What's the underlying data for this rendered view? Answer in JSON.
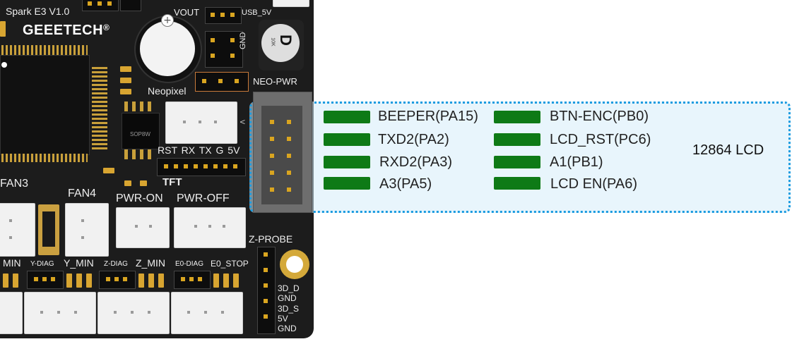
{
  "board": {
    "model": "Spark E3 V1.0",
    "brand": "GEEETECH",
    "brand_mark": "®",
    "labels": {
      "vout": "VOUT",
      "usb_5v": "USB_5V",
      "gnd": "GND",
      "neopixel": "Neopixel",
      "neo_pwr": "NEO-PWR",
      "sop8w": "SOP8W",
      "tft_pins": "RST RX TX G 5V",
      "tft": "TFT",
      "fan3": "FAN3",
      "fan4": "FAN4",
      "pwr_on": "PWR-ON",
      "pwr_off": "PWR-OFF",
      "z_probe": "Z-PROBE",
      "x_min": "MIN",
      "y_diag": "Y-DIAG",
      "y_min": "Y_MIN",
      "z_diag": "Z-DIAG",
      "z_min": "Z_MIN",
      "e0_diag": "E0-DIAG",
      "e0_stop": "E0_STOP",
      "probe_pins": [
        "3D_D",
        "GND",
        "3D_S",
        "5V",
        "GND"
      ],
      "cap_letter": "D",
      "cap_small": "10K",
      "lcd_arrow": "V"
    }
  },
  "legend": {
    "connector_name": "12864 LCD",
    "pin_color": "#0e7a16",
    "border_color": "#1a9be0",
    "left_pins": [
      "BEEPER(PA15)",
      "TXD2(PA2)",
      "RXD2(PA3)",
      "A3(PA5)"
    ],
    "right_pins": [
      "BTN-ENC(PB0)",
      "LCD_RST(PC6)",
      "A1(PB1)",
      "LCD EN(PA6)"
    ]
  }
}
